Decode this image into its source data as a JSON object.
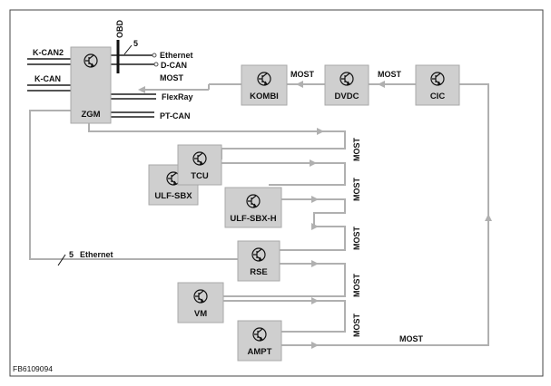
{
  "units": [
    {
      "id": "zgm",
      "label": "ZGM"
    },
    {
      "id": "kombi",
      "label": "KOMBI"
    },
    {
      "id": "dvdc",
      "label": "DVDC"
    },
    {
      "id": "cic",
      "label": "CIC"
    },
    {
      "id": "tcu",
      "label": "TCU"
    },
    {
      "id": "ulfsbx",
      "label": "ULF-SBX"
    },
    {
      "id": "ulfsbxh",
      "label": "ULF-SBX-H"
    },
    {
      "id": "rse",
      "label": "RSE"
    },
    {
      "id": "vm",
      "label": "VM"
    },
    {
      "id": "ampt",
      "label": "AMPT"
    }
  ],
  "zgm_ports_left": {
    "kcan2": "K-CAN2",
    "kcan": "K-CAN"
  },
  "zgm_ports_right": {
    "obd": "OBD",
    "obd_count": "5",
    "ethernet": "Ethernet",
    "dcan": "D-CAN",
    "most": "MOST",
    "flexray": "FlexRay",
    "ptcan": "PT-CAN"
  },
  "bus_labels": {
    "kombi_dvdc": "MOST",
    "dvdc_cic": "MOST",
    "loop1": "MOST",
    "loop2": "MOST",
    "loop3": "MOST",
    "loop4": "MOST",
    "loop5": "MOST",
    "bottom": "MOST",
    "ethernet": "Ethernet",
    "ethernet_count": "5"
  },
  "figure_ref": "FB6109094",
  "colors": {
    "box_fill": "#cfcfcf",
    "line": "#b0b0b0",
    "dark_line": "#555555"
  }
}
